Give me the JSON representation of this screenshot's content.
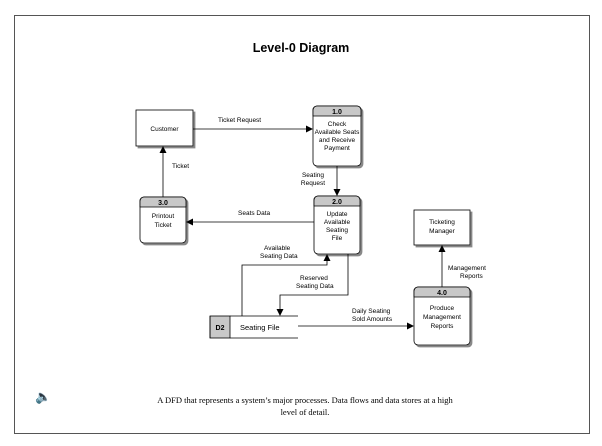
{
  "title": "Level-0 Diagram",
  "entities": {
    "customer": "Customer",
    "manager": [
      "Ticketing",
      "Manager"
    ]
  },
  "processes": {
    "p1": {
      "id": "1.0",
      "lines": [
        "Check",
        "Available Seats",
        "and Receive",
        "Payment"
      ]
    },
    "p2": {
      "id": "2.0",
      "lines": [
        "Update",
        "Available",
        "Seating",
        "File"
      ]
    },
    "p3": {
      "id": "3.0",
      "lines": [
        "Printout",
        "Ticket"
      ]
    },
    "p4": {
      "id": "4.0",
      "lines": [
        "Produce",
        "Management",
        "Reports"
      ]
    }
  },
  "datastore": {
    "id": "D2",
    "name": "Seating File"
  },
  "flows": {
    "ticket_request": [
      "Ticket Request"
    ],
    "ticket": [
      "Ticket"
    ],
    "seating_request": [
      "Seating",
      "Request"
    ],
    "seats_data": [
      "Seats Data"
    ],
    "available_seating_data": [
      "Available",
      "Seating Data"
    ],
    "reserved_seating_data": [
      "Reserved",
      "Seating Data"
    ],
    "daily_seating": [
      "Daily Seating",
      "Sold Amounts"
    ],
    "management_reports": [
      "Management",
      "Reports"
    ]
  },
  "speaker_icon": "speaker-icon",
  "caption_lines": [
    "A DFD that represents a system’s major processes. Data flows and data stores at a high",
    "level of detail."
  ]
}
